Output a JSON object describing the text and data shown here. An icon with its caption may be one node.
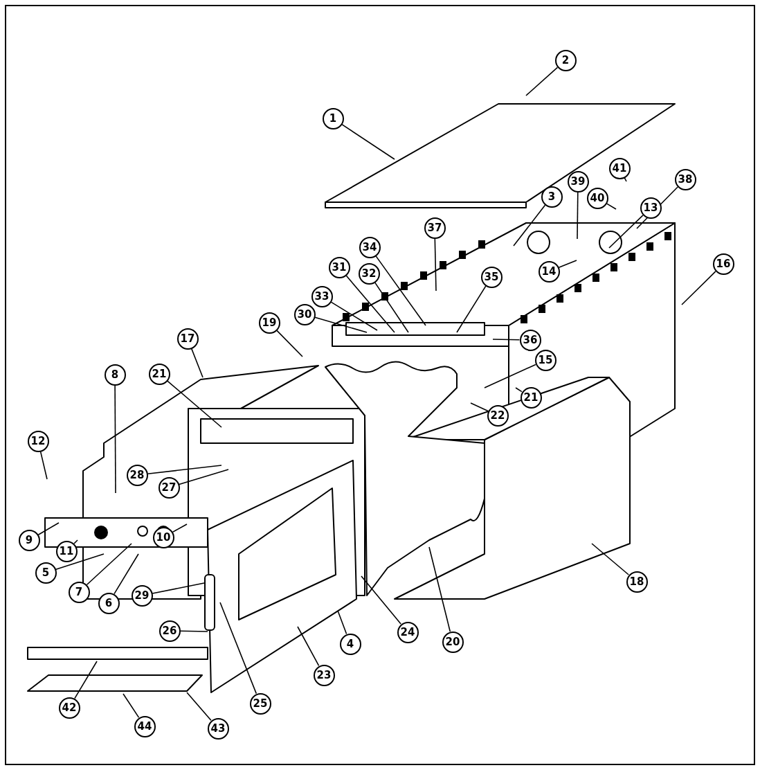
{
  "diagram": {
    "nodes": [
      {
        "text": [
          "1"
        ]
      },
      {
        "text": [
          "2"
        ]
      },
      {
        "text": [
          "3"
        ]
      },
      {
        "text": [
          "39"
        ]
      },
      {
        "text": [
          "41"
        ]
      },
      {
        "text": [
          "40"
        ]
      },
      {
        "text": [
          "13"
        ]
      },
      {
        "text": [
          "38"
        ]
      },
      {
        "text": [
          "14"
        ]
      },
      {
        "text": [
          "16"
        ]
      },
      {
        "text": [
          "37"
        ]
      },
      {
        "text": [
          "34"
        ]
      },
      {
        "text": [
          "31"
        ]
      },
      {
        "text": [
          "32"
        ]
      },
      {
        "text": [
          "35"
        ]
      },
      {
        "text": [
          "33"
        ]
      },
      {
        "text": [
          "30"
        ]
      },
      {
        "text": [
          "36"
        ]
      },
      {
        "text": [
          "19"
        ]
      },
      {
        "text": [
          "17"
        ]
      },
      {
        "text": [
          "8"
        ]
      },
      {
        "text": [
          "21"
        ]
      },
      {
        "text": [
          "15"
        ]
      },
      {
        "text": [
          "21"
        ]
      },
      {
        "text": [
          "22"
        ]
      },
      {
        "text": [
          "12"
        ]
      },
      {
        "text": [
          "28"
        ]
      },
      {
        "text": [
          "27"
        ]
      },
      {
        "text": [
          "9"
        ]
      },
      {
        "text": [
          "11"
        ]
      },
      {
        "text": [
          "10"
        ]
      },
      {
        "text": [
          "5"
        ]
      },
      {
        "text": [
          "7"
        ]
      },
      {
        "text": [
          "6"
        ]
      },
      {
        "text": [
          "29"
        ]
      },
      {
        "text": [
          "26"
        ]
      },
      {
        "text": [
          "25"
        ]
      },
      {
        "text": [
          "23"
        ]
      },
      {
        "text": [
          "4"
        ]
      },
      {
        "text": [
          "24"
        ]
      },
      {
        "text": [
          "20"
        ]
      },
      {
        "text": [
          "18"
        ]
      },
      {
        "text": [
          "42"
        ]
      },
      {
        "text": [
          "44"
        ]
      },
      {
        "text": [
          "43"
        ]
      }
    ],
    "edges": [
      {
        "from": 0,
        "to": null,
        "arrow": "none"
      },
      {
        "from": 1,
        "to": null,
        "arrow": "none"
      },
      {
        "from": 2,
        "to": null,
        "arrow": "none"
      },
      {
        "from": 3,
        "to": null,
        "arrow": "none"
      },
      {
        "from": 4,
        "to": null,
        "arrow": "none"
      },
      {
        "from": 5,
        "to": null,
        "arrow": "none"
      },
      {
        "from": 6,
        "to": null,
        "arrow": "none"
      },
      {
        "from": 7,
        "to": null,
        "arrow": "none"
      },
      {
        "from": 8,
        "to": null,
        "arrow": "none"
      },
      {
        "from": 9,
        "to": null,
        "arrow": "none"
      },
      {
        "from": 10,
        "to": null,
        "arrow": "none"
      },
      {
        "from": 11,
        "to": null,
        "arrow": "none"
      },
      {
        "from": 12,
        "to": null,
        "arrow": "none"
      },
      {
        "from": 13,
        "to": null,
        "arrow": "none"
      },
      {
        "from": 14,
        "to": null,
        "arrow": "none"
      },
      {
        "from": 15,
        "to": null,
        "arrow": "none"
      },
      {
        "from": 16,
        "to": null,
        "arrow": "none"
      },
      {
        "from": 17,
        "to": null,
        "arrow": "none"
      },
      {
        "from": 18,
        "to": null,
        "arrow": "none"
      },
      {
        "from": 19,
        "to": null,
        "arrow": "none"
      },
      {
        "from": 20,
        "to": null,
        "arrow": "none"
      },
      {
        "from": 21,
        "to": null,
        "arrow": "none"
      },
      {
        "from": 22,
        "to": null,
        "arrow": "none"
      },
      {
        "from": 23,
        "to": null,
        "arrow": "none"
      },
      {
        "from": 24,
        "to": null,
        "arrow": "none"
      },
      {
        "from": 25,
        "to": null,
        "arrow": "none"
      },
      {
        "from": 26,
        "to": null,
        "arrow": "none"
      },
      {
        "from": 27,
        "to": null,
        "arrow": "none"
      },
      {
        "from": 28,
        "to": null,
        "arrow": "none"
      },
      {
        "from": 29,
        "to": null,
        "arrow": "none"
      },
      {
        "from": 30,
        "to": null,
        "arrow": "none"
      },
      {
        "from": 31,
        "to": null,
        "arrow": "none"
      },
      {
        "from": 32,
        "to": null,
        "arrow": "none"
      },
      {
        "from": 33,
        "to": null,
        "arrow": "none"
      },
      {
        "from": 34,
        "to": null,
        "arrow": "none"
      },
      {
        "from": 35,
        "to": null,
        "arrow": "none"
      },
      {
        "from": 36,
        "to": null,
        "arrow": "none"
      },
      {
        "from": 37,
        "to": null,
        "arrow": "none"
      },
      {
        "from": 38,
        "to": null,
        "arrow": "none"
      },
      {
        "from": 39,
        "to": null,
        "arrow": "none"
      },
      {
        "from": 40,
        "to": null,
        "arrow": "none"
      },
      {
        "from": 41,
        "to": null,
        "arrow": "none"
      },
      {
        "from": 42,
        "to": null,
        "arrow": "none"
      },
      {
        "from": 43,
        "to": null,
        "arrow": "none"
      },
      {
        "from": 44,
        "to": null,
        "arrow": "none"
      }
    ]
  }
}
